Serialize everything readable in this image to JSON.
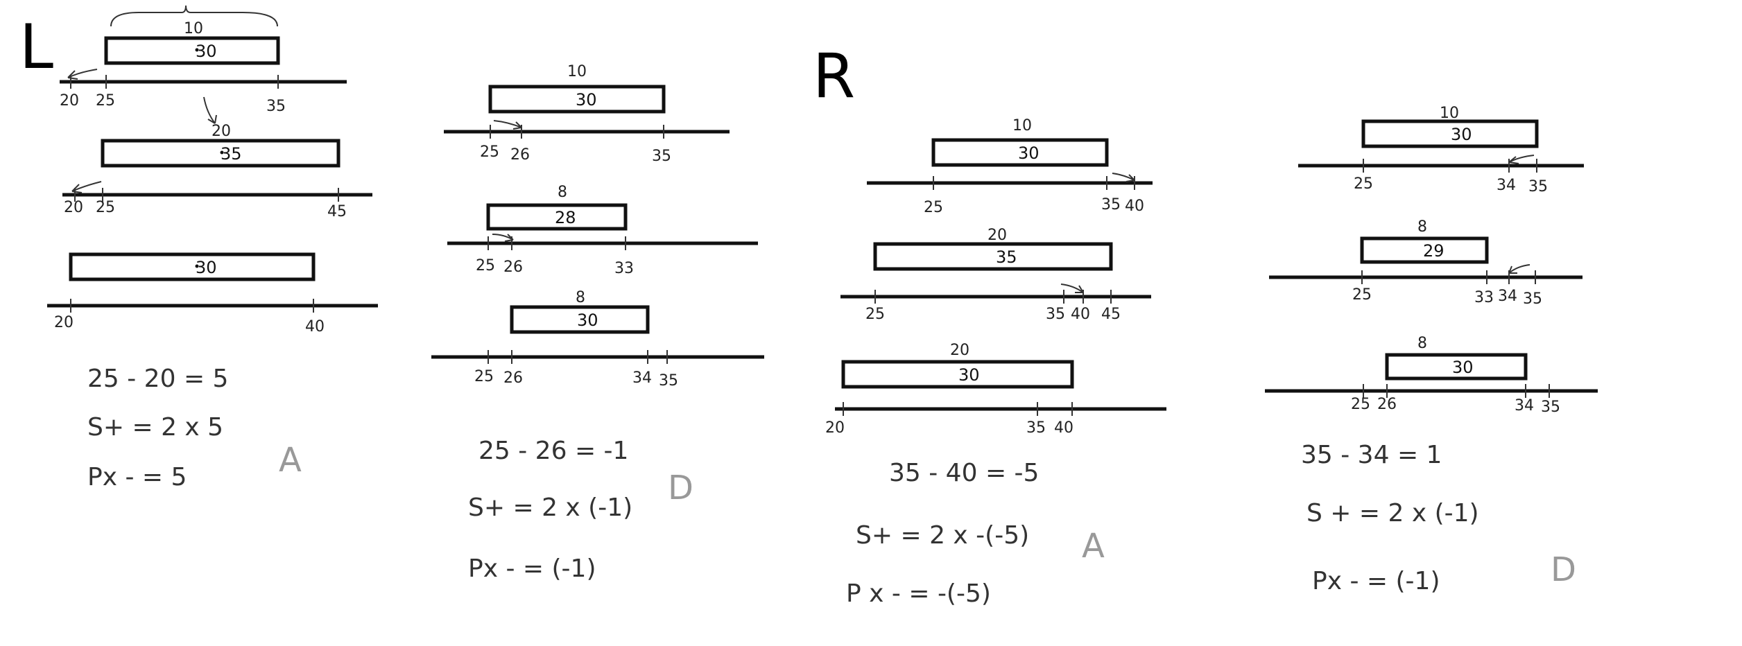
{
  "labels": {
    "left": "L",
    "right": "R"
  },
  "figures": [
    {
      "id": "l1",
      "width": "10",
      "center": "30",
      "ticks": [
        "20",
        "25",
        "35"
      ]
    },
    {
      "id": "l2",
      "width": "20",
      "center": "35",
      "ticks": [
        "20",
        "25",
        "45"
      ]
    },
    {
      "id": "l3",
      "width": "",
      "center": "30",
      "ticks": [
        "20",
        "40"
      ]
    },
    {
      "id": "m1",
      "width": "10",
      "center": "30",
      "ticks": [
        "25",
        "26",
        "35"
      ]
    },
    {
      "id": "m2",
      "width": "8",
      "center": "28",
      "ticks": [
        "25",
        "26",
        "33"
      ]
    },
    {
      "id": "m3",
      "width": "8",
      "center": "30",
      "ticks": [
        "25",
        "26",
        "34",
        "35"
      ]
    },
    {
      "id": "r1",
      "width": "10",
      "center": "30",
      "ticks": [
        "25",
        "35",
        "40"
      ]
    },
    {
      "id": "r2",
      "width": "20",
      "center": "35",
      "ticks": [
        "25",
        "35",
        "40",
        "45"
      ]
    },
    {
      "id": "r3",
      "width": "20",
      "center": "30",
      "ticks": [
        "20",
        "35",
        "40"
      ]
    },
    {
      "id": "f1",
      "width": "10",
      "center": "30",
      "ticks": [
        "25",
        "34",
        "35"
      ]
    },
    {
      "id": "f2",
      "width": "8",
      "center": "29",
      "ticks": [
        "25",
        "33",
        "34",
        "35"
      ]
    },
    {
      "id": "f3",
      "width": "8",
      "center": "30",
      "ticks": [
        "25",
        "26",
        "34",
        "35"
      ]
    }
  ],
  "equations": {
    "left": {
      "diff": "25 - 20 = 5",
      "s": "S+ = 2 x 5",
      "px": "Px - = 5",
      "verdict": "A"
    },
    "middle": {
      "diff": "25 - 26 = -1",
      "s": "S+ = 2 x (-1)",
      "px": "Px - = (-1)",
      "verdict": "D"
    },
    "right": {
      "diff": "35 - 40 = -5",
      "s": "S+ = 2 x -(-5)",
      "px": "P x - = -(-5)",
      "verdict": "A"
    },
    "far": {
      "diff": "35 - 34 = 1",
      "s": "S + = 2 x (-1)",
      "px": "Px - = (-1)",
      "verdict": "D"
    }
  }
}
